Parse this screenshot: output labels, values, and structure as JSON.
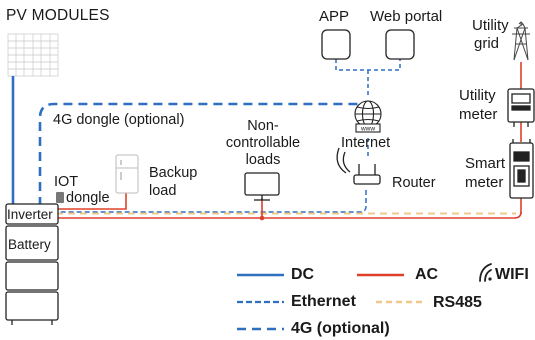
{
  "pv": {
    "label": "PV MODULES"
  },
  "app": {
    "label": "APP"
  },
  "portal": {
    "label": "Web portal"
  },
  "grid": {
    "line1": "Utility",
    "line2": "grid"
  },
  "meter": {
    "line1": "Utility",
    "line2": "meter"
  },
  "smart_meter": {
    "line1": "Smart",
    "line2": "meter"
  },
  "internet": {
    "label": "Internet"
  },
  "router": {
    "label": "Router"
  },
  "dongle_4g": {
    "label": "4G dongle (optional)"
  },
  "non_controllable": {
    "line1": "Non-",
    "line2": "controllable",
    "line3": "loads"
  },
  "backup": {
    "line1": "Backup",
    "line2": "load"
  },
  "iot": {
    "line1": "IOT",
    "line2": "dongle"
  },
  "inverter": {
    "label": "Inverter"
  },
  "battery": {
    "label": "Battery"
  },
  "legend": {
    "dc": "DC",
    "ac": "AC",
    "wifi": "WIFI",
    "ethernet": "Ethernet",
    "rs485": "RS485",
    "g4": "4G (optional)"
  },
  "colors": {
    "dc": "#2e6fc0",
    "ac": "#e0402a",
    "rs485": "#f0c88a",
    "ethernet": "#2e6fc0",
    "outline": "#555555"
  }
}
